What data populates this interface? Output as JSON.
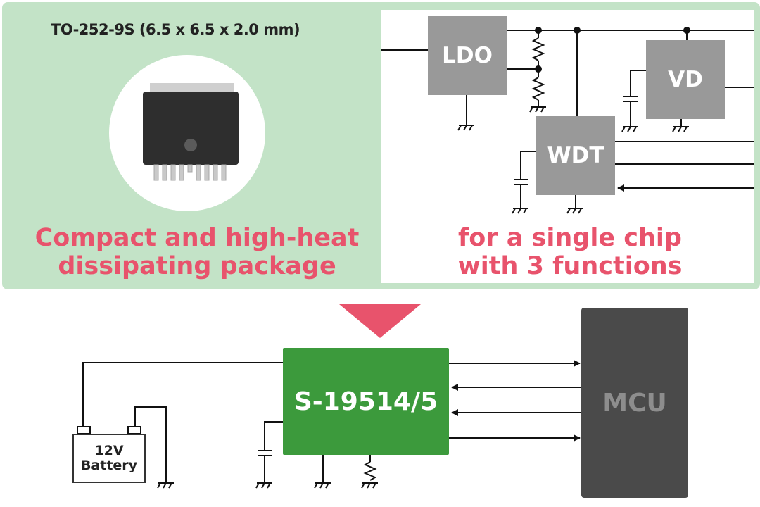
{
  "package": {
    "label": "TO-252-9S (6.5 x 6.5 x 2.0 mm)",
    "caption_line1": "Compact and high-heat",
    "caption_line2": "dissipating package"
  },
  "schematic": {
    "caption_line1": "for a single chip",
    "caption_line2": "with 3 functions",
    "blocks": {
      "ldo": "LDO",
      "vd": "VD",
      "wdt": "WDT"
    }
  },
  "system": {
    "chip_label": "S-19514/5",
    "mcu_label": "MCU",
    "battery_line1": "12V",
    "battery_line2": "Battery"
  },
  "colors": {
    "panel_green": "#c3e3c7",
    "accent_pink": "#e8536c",
    "chip_green": "#3c9a3c",
    "block_gray": "#999999",
    "mcu_dark": "#4a4a4a"
  }
}
